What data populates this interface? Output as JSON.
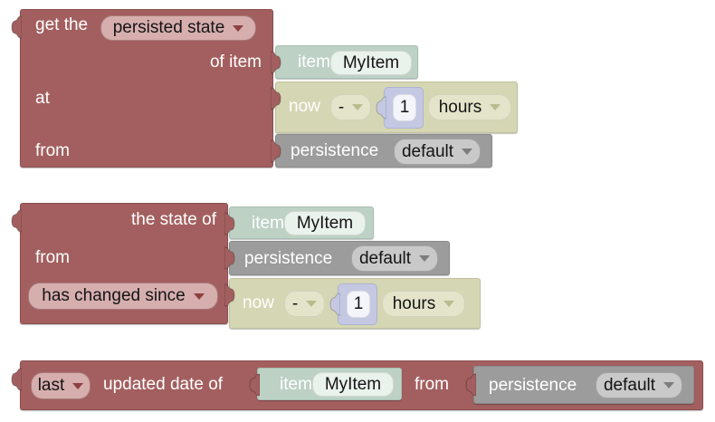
{
  "workspace": {
    "background": "#FFFFFF"
  },
  "colors": {
    "block_red": "#A35F5F",
    "block_red_border": "#8B4F4F",
    "dropdown_pink": "#D7AEAE",
    "arrow_dark_red": "#8E3F3F",
    "block_teal": "#BDD1C5",
    "field_white_green": "#EAF2EC",
    "block_olive": "#D5D6B3",
    "field_light_olive": "#E3E4CA",
    "arrow_olive": "#B9BC8E",
    "block_lavender": "#C5C8E3",
    "field_white_lavender": "#F4F5FB",
    "block_gray": "#9C9C9C",
    "field_light_gray": "#C9C9C9",
    "arrow_gray": "#7D7D7D",
    "label_text": "#FFFFFF",
    "field_text": "#141414"
  },
  "get_persisted_state_block": {
    "label_get_the": "get the",
    "dropdown_persisted_state": "persisted state",
    "label_of_item": "of item",
    "label_at": "at",
    "label_from": "from"
  },
  "state_has_changed_block": {
    "label_the_state_of": "the state of",
    "label_from": "from",
    "dropdown_has_changed_since": "has changed since"
  },
  "last_updated_block": {
    "dropdown_last": "last",
    "label_updated_date_of": "updated date of",
    "label_from": "from"
  },
  "item_block": {
    "label_item": "item",
    "value_item_name": "MyItem"
  },
  "datetime_block": {
    "label_now": "now",
    "dropdown_operator": "-",
    "value_amount": "1",
    "dropdown_unit": "hours"
  },
  "persistence_block": {
    "label_persistence": "persistence",
    "dropdown_service": "default"
  }
}
